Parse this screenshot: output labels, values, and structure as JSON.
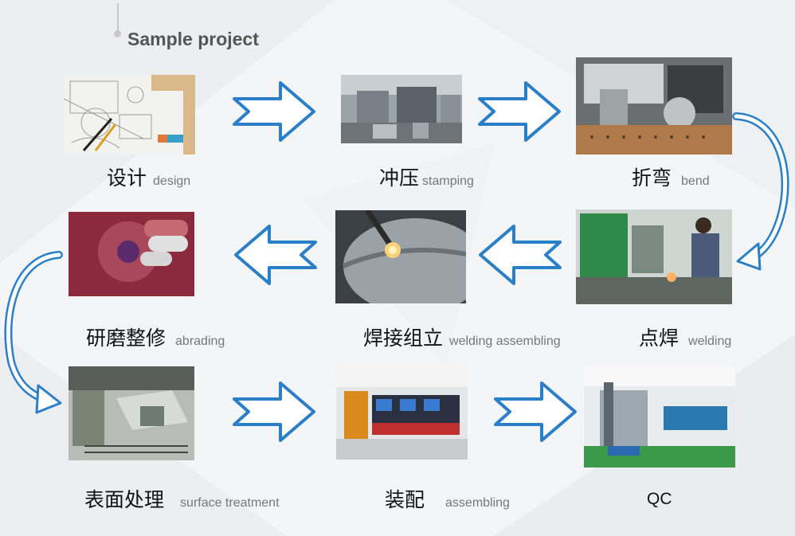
{
  "title": "Sample project",
  "steps": [
    {
      "cn": "设计",
      "en": "design"
    },
    {
      "cn": "冲压",
      "en": "stamping"
    },
    {
      "cn": "折弯",
      "en": "bend"
    },
    {
      "cn": "点焊",
      "en": "welding"
    },
    {
      "cn": "焊接组立",
      "en": "welding assembling"
    },
    {
      "cn": "研磨整修",
      "en": "abrading"
    },
    {
      "cn": "表面处理",
      "en": "surface treatment"
    },
    {
      "cn": "装配",
      "en": "assembling"
    },
    {
      "cn": "",
      "en": "QC"
    }
  ],
  "colors": {
    "arrow": "#2b7fc9",
    "title": "#555555"
  }
}
